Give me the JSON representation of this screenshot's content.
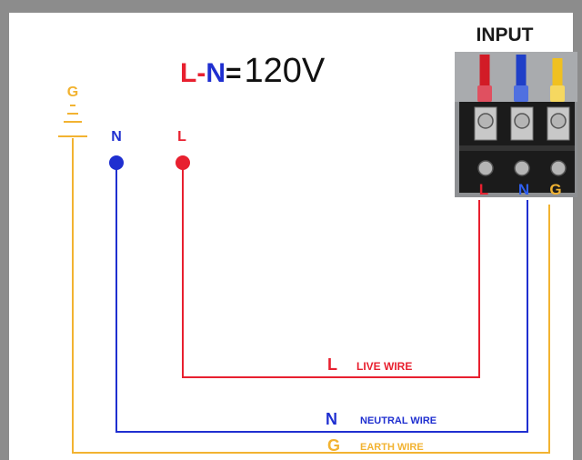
{
  "title": {
    "live": "L",
    "sep": "-",
    "neutral": "N",
    "eq": "=",
    "voltage": "120V"
  },
  "terminals": {
    "header": "INPUT",
    "labels": [
      "L",
      "N",
      "G"
    ]
  },
  "source": {
    "ground_label": "G",
    "neutral_label": "N",
    "live_label": "L"
  },
  "legend": [
    {
      "letter": "L",
      "text": "LIVE WIRE",
      "color": "#e8202f"
    },
    {
      "letter": "N",
      "text": "NEUTRAL WIRE",
      "color": "#1f2fd0"
    },
    {
      "letter": "G",
      "text": "EARTH WIRE",
      "color": "#f2b331"
    }
  ],
  "colors": {
    "live": "#e8202f",
    "neutral": "#1f2fd0",
    "earth": "#f2b331",
    "frame": "#8c8c8c",
    "text": "#111111"
  }
}
